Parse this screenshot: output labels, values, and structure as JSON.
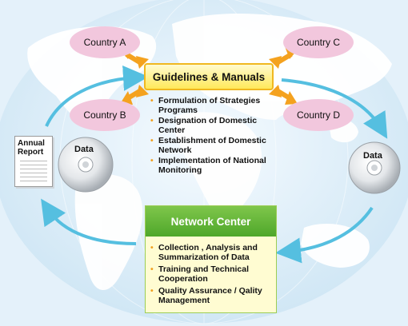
{
  "countries": {
    "a": "Country A",
    "b": "Country B",
    "c": "Country C",
    "d": "Country D"
  },
  "guidelines": {
    "title": "Guidelines & Manuals",
    "steps": [
      "Formulation of Strategies Programs",
      "Designation of Domestic Center",
      "Establishment of Domestic Network",
      "Implementation of National Monitoring"
    ]
  },
  "network_center": {
    "title": "Network Center",
    "tasks": [
      "Collection , Analysis and Summarization of Data",
      "Training and Technical Cooperation",
      "Quality Assurance / Qality Management"
    ]
  },
  "report": {
    "title": "Annual Report"
  },
  "data_left": "Data",
  "data_right": "Data",
  "colors": {
    "country_fill": "#f2c7dd",
    "arrow_orange": "#f4a21f",
    "cycle_arrow": "#55bfe0",
    "network_header": "#5cb234",
    "guidelines_fill": "#ffe95a"
  }
}
